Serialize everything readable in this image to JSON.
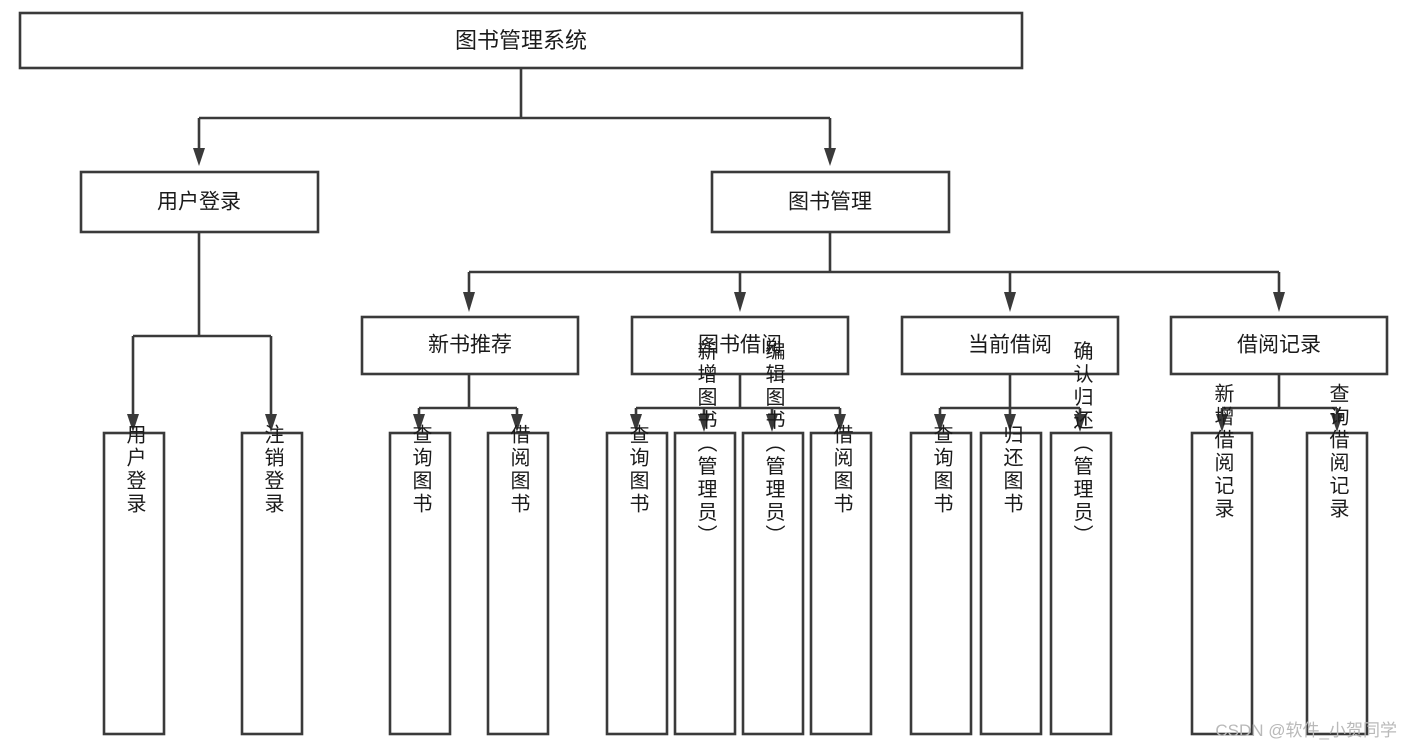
{
  "diagram": {
    "type": "tree",
    "title": "图书管理系统",
    "watermark": "CSDN @软件_小贺同学",
    "colors": {
      "box_stroke": "#3a3a3a",
      "box_fill": "#ffffff",
      "text": "#1b1b1b",
      "connector": "#3a3a3a",
      "watermark": "#b9b9b9",
      "background": "#ffffff"
    },
    "root": {
      "label": "图书管理系统",
      "orientation": "horizontal"
    },
    "level2": [
      {
        "id": "user-login",
        "label": "用户登录",
        "orientation": "horizontal"
      },
      {
        "id": "book-manage",
        "label": "图书管理",
        "orientation": "horizontal"
      }
    ],
    "level3": [
      {
        "id": "new-book-recommend",
        "label": "新书推荐",
        "orientation": "horizontal",
        "parent": "book-manage"
      },
      {
        "id": "book-borrow",
        "label": "图书借阅",
        "orientation": "horizontal",
        "parent": "book-manage"
      },
      {
        "id": "current-borrow",
        "label": "当前借阅",
        "orientation": "horizontal",
        "parent": "book-manage"
      },
      {
        "id": "borrow-record",
        "label": "借阅记录",
        "orientation": "horizontal",
        "parent": "book-manage"
      }
    ],
    "leaves": {
      "user-login": [
        {
          "id": "leaf-user-login",
          "label": "用户登录"
        },
        {
          "id": "leaf-user-logout",
          "label": "注销登录"
        }
      ],
      "new-book-recommend": [
        {
          "id": "leaf-query-book-1",
          "label": "查询图书"
        },
        {
          "id": "leaf-borrow-book-1",
          "label": "借阅图书"
        }
      ],
      "book-borrow": [
        {
          "id": "leaf-query-book-2",
          "label": "查询图书"
        },
        {
          "id": "leaf-add-book",
          "label": "新增图书（管理员）"
        },
        {
          "id": "leaf-edit-book",
          "label": "编辑图书（管理员）"
        },
        {
          "id": "leaf-borrow-book-2",
          "label": "借阅图书"
        }
      ],
      "current-borrow": [
        {
          "id": "leaf-query-book-3",
          "label": "查询图书"
        },
        {
          "id": "leaf-return-book",
          "label": "归还图书"
        },
        {
          "id": "leaf-confirm-return",
          "label": "确认归还（管理员）"
        }
      ],
      "borrow-record": [
        {
          "id": "leaf-add-record",
          "label": "新增借阅记录"
        },
        {
          "id": "leaf-query-record",
          "label": "查询借阅记录"
        }
      ]
    }
  }
}
